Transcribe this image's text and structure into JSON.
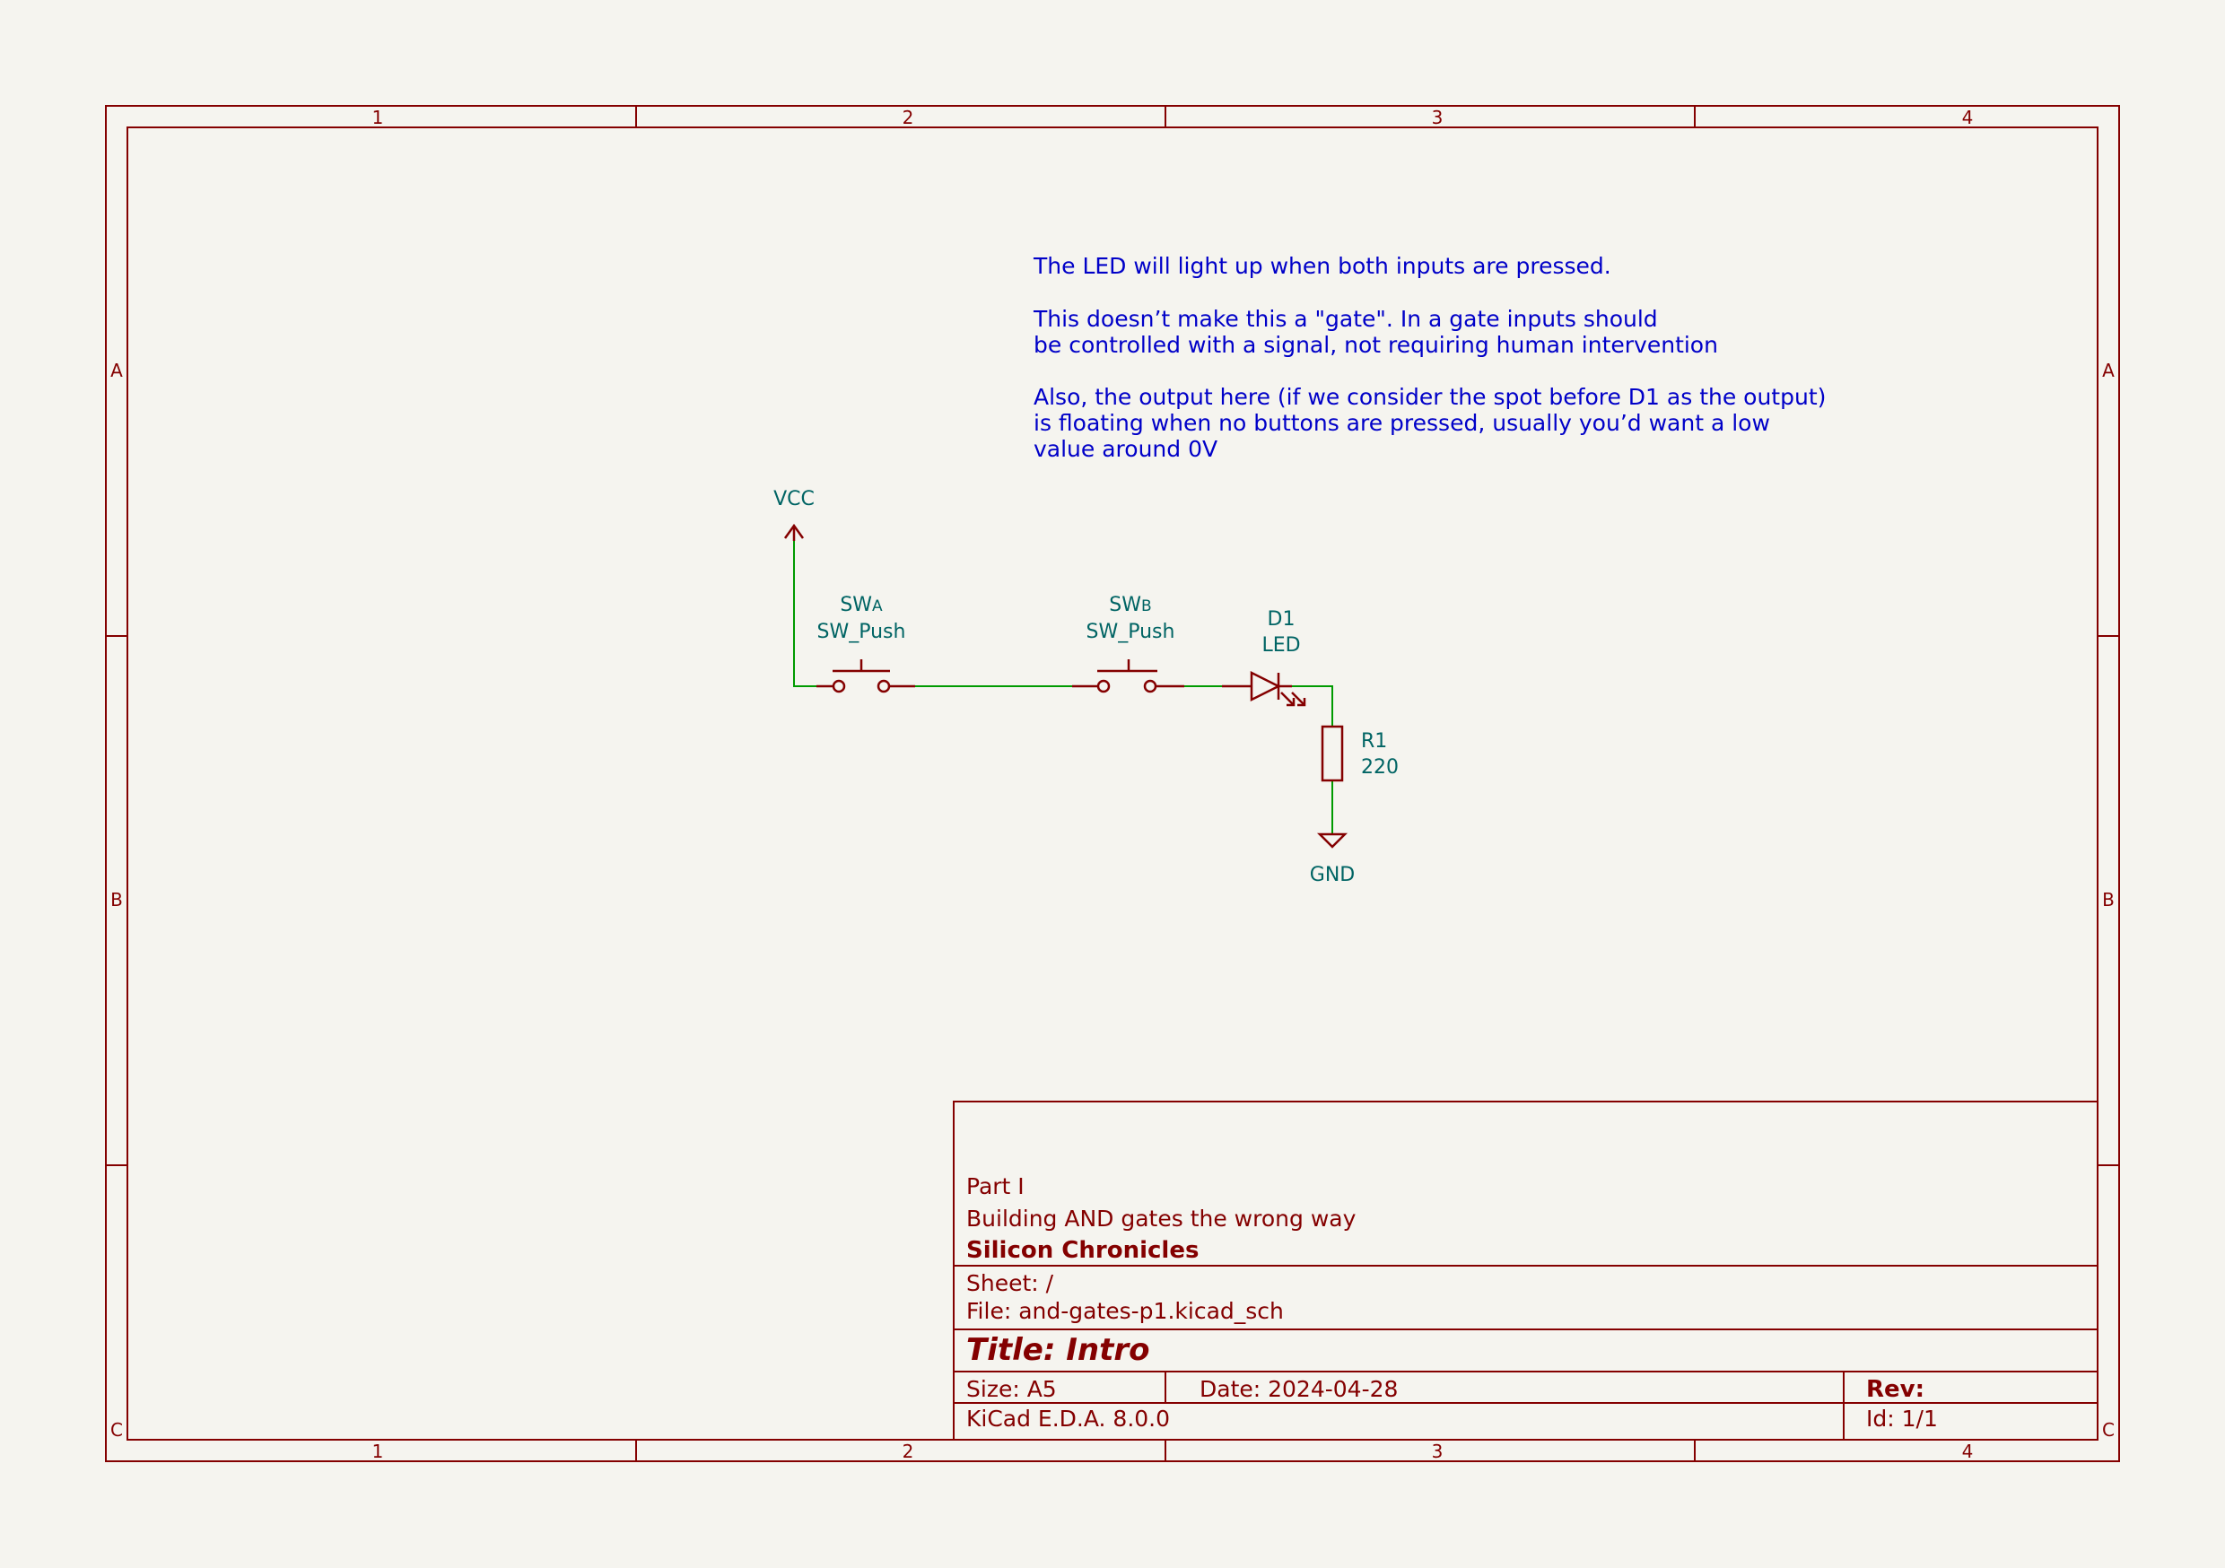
{
  "zones": {
    "columns": [
      "1",
      "2",
      "3",
      "4"
    ],
    "rows": [
      "A",
      "B",
      "C"
    ]
  },
  "notes": [
    "The LED will light up when both inputs are pressed.",
    "This doesn’t make this a \"gate\". In a gate inputs should",
    "be controlled with a signal, not requiring human intervention",
    "Also, the output here (if we consider the spot before D1 as the output)",
    "is floating when no buttons are pressed, usually you’d want a low",
    "value around 0V"
  ],
  "components": {
    "vcc": {
      "label": "VCC"
    },
    "swa": {
      "ref_main": "SW",
      "ref_sub": "A",
      "value": "SW_Push"
    },
    "swb": {
      "ref_main": "SW",
      "ref_sub": "B",
      "value": "SW_Push"
    },
    "d1": {
      "ref": "D1",
      "value": "LED"
    },
    "r1": {
      "ref": "R1",
      "value": "220"
    },
    "gnd": {
      "label": "GND"
    }
  },
  "title_block": {
    "comment_part": "Part I",
    "comment_subtitle": "Building AND gates the wrong way",
    "company": "Silicon Chronicles",
    "sheet": "Sheet: /",
    "file": "File: and-gates-p1.kicad_sch",
    "title": "Title: Intro",
    "size": "Size: A5",
    "date": "Date: 2024-04-28",
    "rev": "Rev:",
    "tool": "KiCad E.D.A. 8.0.0",
    "id": "Id: 1/1"
  },
  "colors": {
    "frame": "#840000",
    "wire": "#009a00",
    "reference_text": "#006464",
    "note_text": "#0000c8",
    "background": "#f5f4ef"
  }
}
